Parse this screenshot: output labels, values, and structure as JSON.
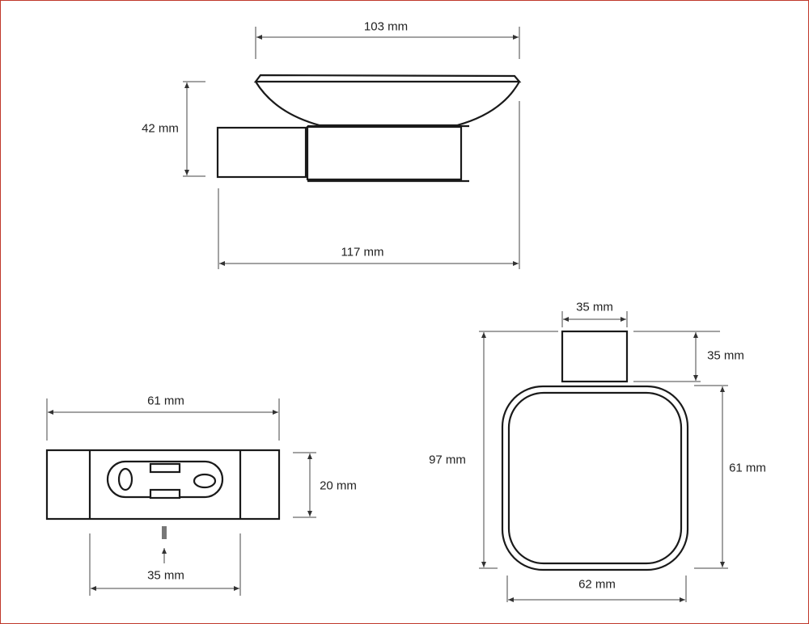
{
  "title": "Soap dish technical drawing",
  "side_view": {
    "width_bowl": "103 mm",
    "height": "42 mm",
    "depth_total": "117 mm"
  },
  "bottom_view": {
    "width": "61 mm",
    "height": "20 mm",
    "hole_spacing": "35 mm"
  },
  "front_view": {
    "mount_width": "35 mm",
    "mount_height": "35 mm",
    "total_height": "97 mm",
    "dish_height": "61 mm",
    "dish_width": "62 mm"
  },
  "colors": {
    "frame": "#c0392b",
    "line": "#1a1a1a"
  }
}
